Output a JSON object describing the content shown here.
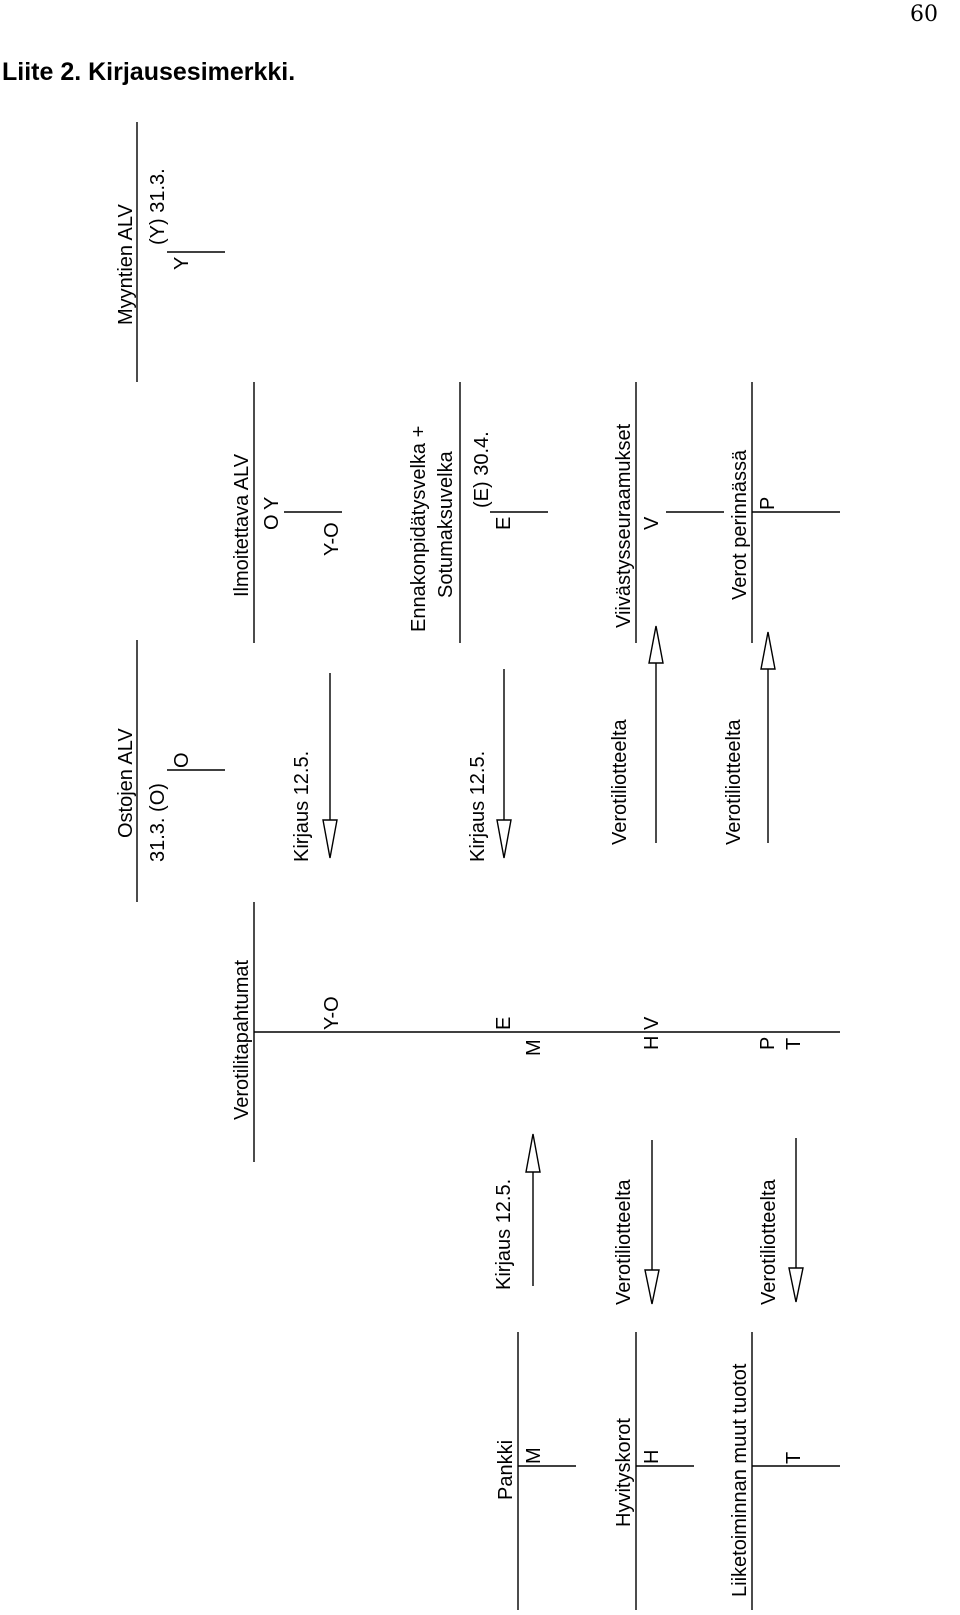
{
  "page": {
    "number": "60",
    "heading": "Liite 2. Kirjausesimerkki."
  },
  "accounts": {
    "myyntien_alv": {
      "title": "Myyntien ALV",
      "left": "Y",
      "right": "(Y) 31.3."
    },
    "ostojen_alv": {
      "title": "Ostojen ALV",
      "left": "31.3. (O)",
      "right": "O"
    },
    "ilmoitettava_alv": {
      "title": "Ilmoitettava ALV",
      "left_top": "O",
      "right_top": "Y",
      "right_bottom": "Y-O"
    },
    "ennakonpidatys": {
      "title_line1": "Ennakonpidätysvelka +",
      "title_line2": "Sotumaksuvelka",
      "right": "(E) 30.4.",
      "left": "E"
    },
    "viivastys": {
      "title": "Viivästysseuraamukset",
      "left": "V"
    },
    "verot_perinnassa": {
      "title": "Verot perinnässä",
      "left": "P"
    },
    "verotilitapahtumat": {
      "title": "Verotilitapahtumat",
      "right": [
        "Y-O",
        "E"
      ],
      "left": [
        "M",
        "H",
        "V",
        "P",
        "T"
      ]
    },
    "pankki": {
      "title": "Pankki",
      "left": "M"
    },
    "hyvityskorot": {
      "title": "Hyvityskorot",
      "left": "H"
    },
    "liiketoiminnan": {
      "title": "Liiketoiminnan muut tuotot",
      "left": "T"
    }
  },
  "arrows": {
    "kirjaus_1": "Kirjaus 12.5.",
    "kirjaus_2": "Kirjaus 12.5.",
    "verotili_1": "Verotiliotteelta",
    "verotili_2": "Verotiliotteelta",
    "kirjaus_3": "Kirjaus 12.5.",
    "verotili_3": "Verotiliotteelta",
    "verotili_4": "Verotiliotteelta"
  }
}
